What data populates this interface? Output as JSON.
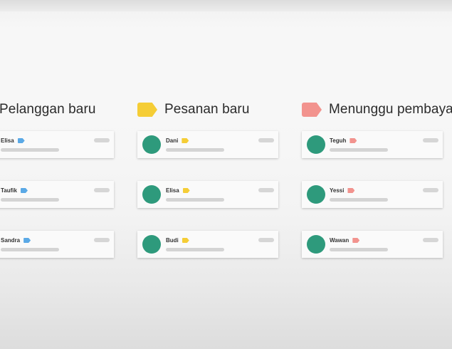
{
  "colors": {
    "blue_tag": "#5aa9e6",
    "yellow_tag": "#f5cd36",
    "red_tag": "#f2938e",
    "avatar": "#2e9a7c"
  },
  "columns": [
    {
      "title": "Pelanggan baru",
      "tag_color": "blue",
      "cards": [
        {
          "name": "Elisa"
        },
        {
          "name": "Taufik"
        },
        {
          "name": "Sandra"
        }
      ]
    },
    {
      "title": "Pesanan baru",
      "tag_color": "yellow",
      "cards": [
        {
          "name": "Dani"
        },
        {
          "name": "Elisa"
        },
        {
          "name": "Budi"
        }
      ]
    },
    {
      "title": "Menunggu pembaya",
      "tag_color": "red",
      "cards": [
        {
          "name": "Teguh"
        },
        {
          "name": "Yessi"
        },
        {
          "name": "Wawan"
        }
      ]
    }
  ]
}
